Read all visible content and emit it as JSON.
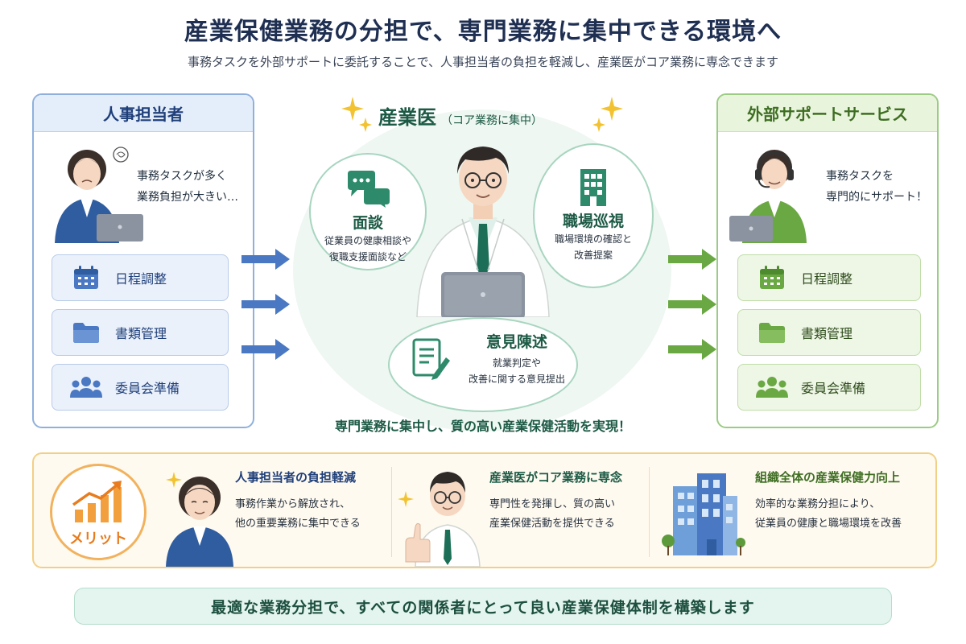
{
  "header": {
    "title": "産業保健業務の分担で、専門業務に集中できる環境へ",
    "subtitle": "事務タスクを外部サポートに委託することで、人事担当者の負担を軽減し、産業医がコア業務に専念できます"
  },
  "left_panel": {
    "title": "人事担当者",
    "speech_line1": "事務タスクが多く",
    "speech_line2": "業務負担が大きい…",
    "tasks": [
      {
        "label": "日程調整",
        "icon": "calendar-icon"
      },
      {
        "label": "書類管理",
        "icon": "folder-icon"
      },
      {
        "label": "委員会準備",
        "icon": "people-icon"
      }
    ]
  },
  "center": {
    "title": "産業医",
    "title_note": "（コア業務に集中）",
    "bubbles": [
      {
        "title": "面談",
        "line1": "従業員の健康相談や",
        "line2": "復職支援面談など",
        "icon": "chat-icon"
      },
      {
        "title": "職場巡視",
        "line1": "職場環境の確認と",
        "line2": "改善提案",
        "icon": "building-icon"
      },
      {
        "title": "意見陳述",
        "line1": "就業判定や",
        "line2": "改善に関する意見提出",
        "icon": "document-pen-icon"
      }
    ],
    "message": "専門業務に集中し、質の高い産業保健活動を実現！"
  },
  "right_panel": {
    "title": "外部サポートサービス",
    "speech_line1": "事務タスクを",
    "speech_line2": "専門的にサポート！",
    "tasks": [
      {
        "label": "日程調整",
        "icon": "calendar-icon"
      },
      {
        "label": "書類管理",
        "icon": "folder-icon"
      },
      {
        "label": "委員会準備",
        "icon": "people-icon"
      }
    ]
  },
  "merit": {
    "label": "メリット",
    "items": [
      {
        "title": "人事担当者の負担軽減",
        "line1": "事務作業から解放され、",
        "line2": "他の重要業務に集中できる",
        "color": "#1f3f7a"
      },
      {
        "title": "産業医がコア業務に専念",
        "line1": "専門性を発揮し、質の高い",
        "line2": "産業保健活動を提供できる",
        "color": "#1c5a45"
      },
      {
        "title": "組織全体の産業保健力向上",
        "line1": "効率的な業務分担により、",
        "line2": "従業員の健康と職場環境を改善",
        "color": "#3e6e22"
      }
    ]
  },
  "footer": {
    "message": "最適な業務分担で、すべての関係者にとって良い産業保健体制を構築します"
  },
  "colors": {
    "blue": "#4a78c2",
    "green": "#6aa843",
    "teal": "#1c5a45",
    "orange": "#e87c1e"
  }
}
